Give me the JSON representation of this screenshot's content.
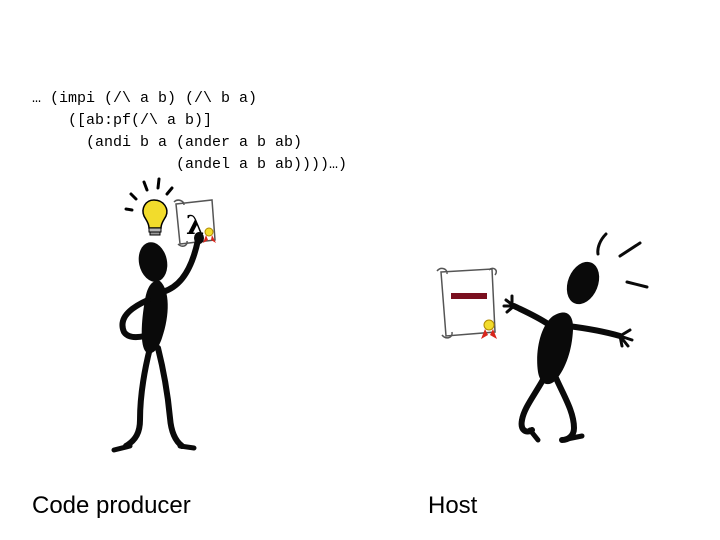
{
  "code_lines": [
    "… (impi (/\\ a b) (/\\ b a)",
    "    ([ab:pf(/\\ a b)]",
    "      (andi b a (ander a b ab)",
    "                (andel a b ab))))…)"
  ],
  "captions": {
    "producer": "Code producer",
    "host": "Host"
  },
  "icons": {
    "lightbulb": "lightbulb-icon",
    "lambda_certificate": "lambda-scroll-icon",
    "lambda_symbol": "λ",
    "blank_certificate": "scroll-icon"
  },
  "colors": {
    "figure": "#0a0a0a",
    "bulb": "#f2dc2c",
    "ribbon": "#d8261c",
    "bar": "#7a0f1f"
  }
}
